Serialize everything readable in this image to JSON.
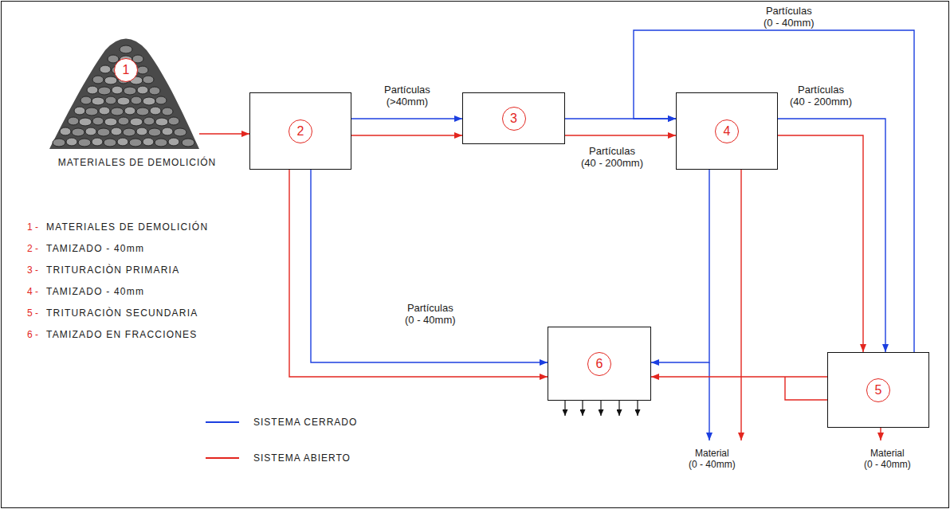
{
  "diagram": {
    "nodes": [
      {
        "text": [
          "1",
          "MATERIALES DE DEMOLICIÓN"
        ]
      },
      {
        "text": [
          "2"
        ]
      },
      {
        "text": [
          "3"
        ]
      },
      {
        "text": [
          "4"
        ]
      },
      {
        "text": [
          "5"
        ]
      },
      {
        "text": [
          "6"
        ]
      }
    ],
    "edges": [
      {
        "from": 0,
        "to": 1,
        "arrow": "to"
      },
      {
        "from": 1,
        "to": 2,
        "arrow": "to",
        "label": "Partículas (>40mm)"
      },
      {
        "from": 1,
        "to": 2,
        "arrow": "to"
      },
      {
        "from": 2,
        "to": 3,
        "arrow": "to"
      },
      {
        "from": 2,
        "to": 3,
        "arrow": "to",
        "label": "Partículas (40 - 200mm)"
      },
      {
        "from": 3,
        "to": 4,
        "arrow": "to",
        "label": "Partículas (40 - 200mm)"
      },
      {
        "from": 3,
        "to": 4,
        "arrow": "to"
      },
      {
        "from": 4,
        "to": 3,
        "arrow": "to",
        "label": "Partículas (0 - 40mm)"
      },
      {
        "from": 1,
        "to": 5,
        "arrow": "to",
        "label": "Partículas (0 - 40mm)"
      },
      {
        "from": 1,
        "to": 5,
        "arrow": "to"
      },
      {
        "from": 3,
        "to": 5,
        "arrow": "to"
      },
      {
        "from": 4,
        "to": 5,
        "arrow": "to"
      }
    ],
    "labels": [
      "1 -",
      "MATERIALES DE DEMOLICIÓN",
      "2 -",
      "TAMIZADO - 40mm",
      "3 -",
      "TRITURACIÒN PRIMARIA",
      "4 -",
      "TAMIZADO - 40mm",
      "5 -",
      "TRITURACIÒN SECUNDARIA",
      "6 -",
      "TAMIZADO EN FRACCIONES",
      "Material (0 - 40mm)",
      "Material (0 - 40mm)"
    ],
    "legend": [
      {
        "text": "SISTEMA CERRADO"
      },
      {
        "text": "SISTEMA ABIERTO"
      }
    ]
  }
}
